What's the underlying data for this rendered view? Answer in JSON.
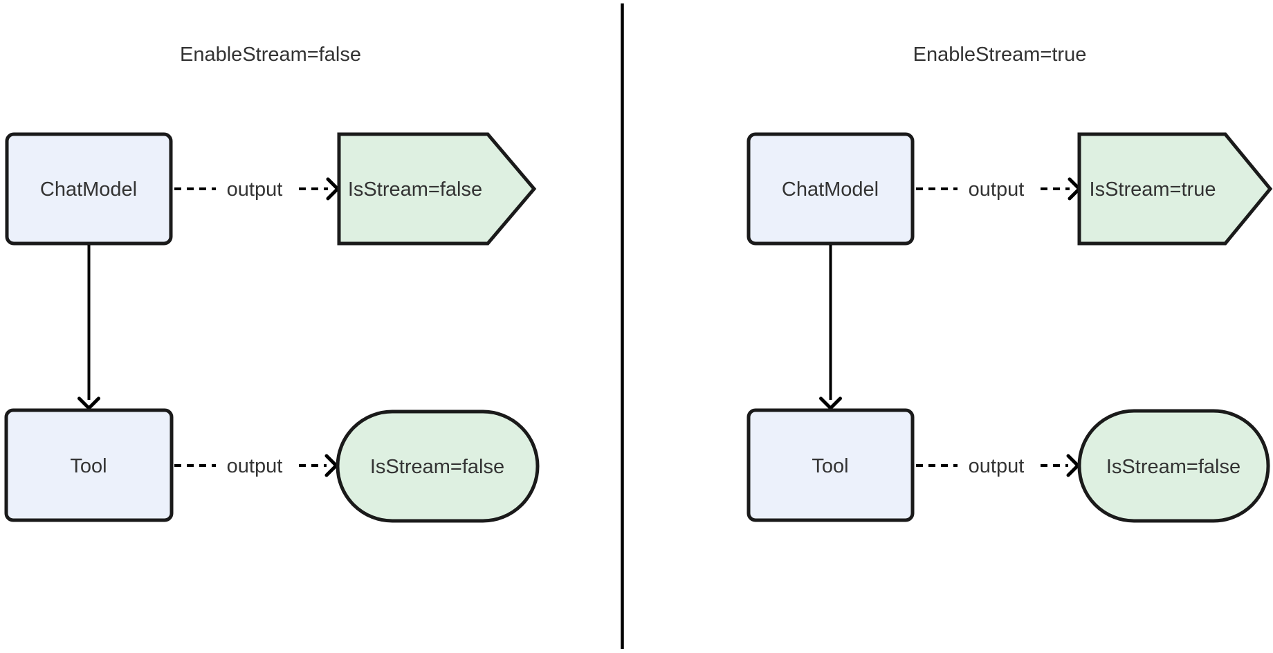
{
  "colors": {
    "background": "#ffffff",
    "node_blue_fill": "#ecf1fb",
    "node_green_fill": "#def0e1",
    "node_stroke": "#1a1a1a",
    "edge_color": "#000000",
    "text_color": "#333333",
    "divider_color": "#000000"
  },
  "panels": [
    {
      "title": "EnableStream=false",
      "chat_model_label": "ChatModel",
      "chat_model_output_shape_label": "IsStream=false",
      "tool_label": "Tool",
      "tool_output_shape_label": "IsStream=false",
      "edge_labels": {
        "chat_model_output": "output",
        "tool_output": "output"
      }
    },
    {
      "title": "EnableStream=true",
      "chat_model_label": "ChatModel",
      "chat_model_output_shape_label": "IsStream=true",
      "tool_label": "Tool",
      "tool_output_shape_label": "IsStream=false",
      "edge_labels": {
        "chat_model_output": "output",
        "tool_output": "output"
      }
    }
  ]
}
